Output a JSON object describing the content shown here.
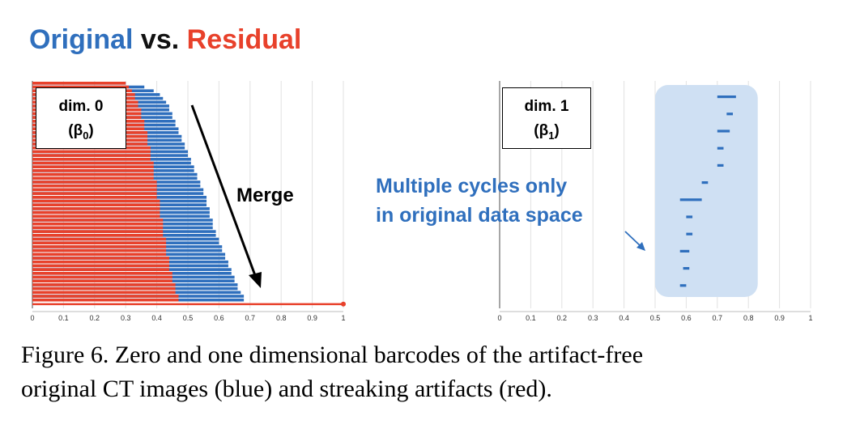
{
  "title": {
    "original": "Original",
    "vs": "vs.",
    "residual": "Residual",
    "colors": {
      "original": "#2f6fbd",
      "vs": "#111111",
      "residual": "#e8412b"
    }
  },
  "chart_data": [
    {
      "type": "barcode",
      "label_line1": "dim. 0",
      "label_line2": "(β",
      "label_sub": "0",
      "label_end": ")",
      "annotation": "Merge",
      "xlim": [
        0,
        1
      ],
      "xticks": [
        "0",
        "0.1",
        "0.2",
        "0.3",
        "0.4",
        "0.5",
        "0.6",
        "0.7",
        "0.8",
        "0.9",
        "1"
      ],
      "series": [
        {
          "color": "#e8412b",
          "bars": [
            [
              0,
              0.3
            ],
            [
              0,
              0.31
            ],
            [
              0,
              0.32
            ],
            [
              0,
              0.33
            ],
            [
              0,
              0.33
            ],
            [
              0,
              0.34
            ],
            [
              0,
              0.34
            ],
            [
              0,
              0.35
            ],
            [
              0,
              0.35
            ],
            [
              0,
              0.35
            ],
            [
              0,
              0.36
            ],
            [
              0,
              0.36
            ],
            [
              0,
              0.36
            ],
            [
              0,
              0.37
            ],
            [
              0,
              0.37
            ],
            [
              0,
              0.37
            ],
            [
              0,
              0.37
            ],
            [
              0,
              0.38
            ],
            [
              0,
              0.38
            ],
            [
              0,
              0.38
            ],
            [
              0,
              0.38
            ],
            [
              0,
              0.39
            ],
            [
              0,
              0.39
            ],
            [
              0,
              0.39
            ],
            [
              0,
              0.39
            ],
            [
              0,
              0.39
            ],
            [
              0,
              0.4
            ],
            [
              0,
              0.4
            ],
            [
              0,
              0.4
            ],
            [
              0,
              0.4
            ],
            [
              0,
              0.4
            ],
            [
              0,
              0.41
            ],
            [
              0,
              0.41
            ],
            [
              0,
              0.41
            ],
            [
              0,
              0.41
            ],
            [
              0,
              0.41
            ],
            [
              0,
              0.42
            ],
            [
              0,
              0.42
            ],
            [
              0,
              0.42
            ],
            [
              0,
              0.42
            ],
            [
              0,
              0.42
            ],
            [
              0,
              0.43
            ],
            [
              0,
              0.43
            ],
            [
              0,
              0.43
            ],
            [
              0,
              0.43
            ],
            [
              0,
              0.43
            ],
            [
              0,
              0.44
            ],
            [
              0,
              0.44
            ],
            [
              0,
              0.44
            ],
            [
              0,
              0.44
            ],
            [
              0,
              0.45
            ],
            [
              0,
              0.45
            ],
            [
              0,
              0.45
            ],
            [
              0,
              0.46
            ],
            [
              0,
              0.46
            ],
            [
              0,
              0.46
            ],
            [
              0,
              0.47
            ],
            [
              0,
              0.47
            ],
            [
              0,
              1.0
            ]
          ]
        },
        {
          "color": "#2f6fbd",
          "bars": [
            [
              0,
              0.3
            ],
            [
              0,
              0.36
            ],
            [
              0,
              0.39
            ],
            [
              0,
              0.41
            ],
            [
              0,
              0.42
            ],
            [
              0,
              0.43
            ],
            [
              0,
              0.44
            ],
            [
              0,
              0.44
            ],
            [
              0,
              0.45
            ],
            [
              0,
              0.45
            ],
            [
              0,
              0.46
            ],
            [
              0,
              0.46
            ],
            [
              0,
              0.47
            ],
            [
              0,
              0.47
            ],
            [
              0,
              0.48
            ],
            [
              0,
              0.48
            ],
            [
              0,
              0.49
            ],
            [
              0,
              0.49
            ],
            [
              0,
              0.5
            ],
            [
              0,
              0.5
            ],
            [
              0,
              0.51
            ],
            [
              0,
              0.51
            ],
            [
              0,
              0.52
            ],
            [
              0,
              0.52
            ],
            [
              0,
              0.53
            ],
            [
              0,
              0.53
            ],
            [
              0,
              0.54
            ],
            [
              0,
              0.54
            ],
            [
              0,
              0.55
            ],
            [
              0,
              0.55
            ],
            [
              0,
              0.56
            ],
            [
              0,
              0.56
            ],
            [
              0,
              0.56
            ],
            [
              0,
              0.57
            ],
            [
              0,
              0.57
            ],
            [
              0,
              0.57
            ],
            [
              0,
              0.58
            ],
            [
              0,
              0.58
            ],
            [
              0,
              0.58
            ],
            [
              0,
              0.59
            ],
            [
              0,
              0.59
            ],
            [
              0,
              0.6
            ],
            [
              0,
              0.6
            ],
            [
              0,
              0.61
            ],
            [
              0,
              0.61
            ],
            [
              0,
              0.62
            ],
            [
              0,
              0.62
            ],
            [
              0,
              0.63
            ],
            [
              0,
              0.63
            ],
            [
              0,
              0.64
            ],
            [
              0,
              0.64
            ],
            [
              0,
              0.65
            ],
            [
              0,
              0.65
            ],
            [
              0,
              0.66
            ],
            [
              0,
              0.66
            ],
            [
              0,
              0.67
            ],
            [
              0,
              0.68
            ],
            [
              0,
              0.68
            ],
            [
              0,
              1.0
            ]
          ]
        }
      ]
    },
    {
      "type": "barcode",
      "label_line1": "dim. 1",
      "label_line2": "(β",
      "label_sub": "1",
      "label_end": ")",
      "annotation_line1": "Multiple cycles only",
      "annotation_line2": "in original data space",
      "annotation_color": "#2f6fbd",
      "highlight_color": "#cfe0f3",
      "highlight_range": [
        0.5,
        0.83
      ],
      "xlim": [
        0,
        1
      ],
      "xticks": [
        "0",
        "0.1",
        "0.2",
        "0.3",
        "0.4",
        "0.5",
        "0.6",
        "0.7",
        "0.8",
        "0.9",
        "1"
      ],
      "series": [
        {
          "color": "#2f6fbd",
          "bars": [
            [
              0.7,
              0.76
            ],
            [
              0.73,
              0.75
            ],
            [
              0.7,
              0.74
            ],
            [
              0.7,
              0.72
            ],
            [
              0.7,
              0.72
            ],
            [
              0.65,
              0.67
            ],
            [
              0.58,
              0.65
            ],
            [
              0.6,
              0.62
            ],
            [
              0.6,
              0.62
            ],
            [
              0.58,
              0.61
            ],
            [
              0.59,
              0.61
            ],
            [
              0.58,
              0.6
            ]
          ]
        }
      ]
    }
  ],
  "caption": {
    "line1": "Figure 6. Zero and one dimensional barcodes of the artifact-free",
    "line2": "original CT images (blue) and streaking artifacts (red)."
  }
}
